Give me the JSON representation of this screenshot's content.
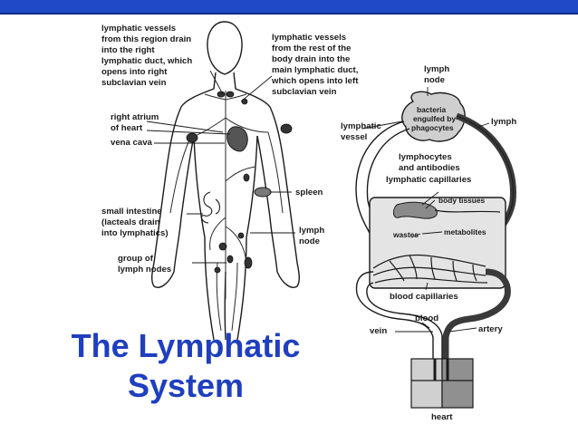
{
  "colors": {
    "header_bar": "#1f49c6",
    "header_line": "#0b2a8c",
    "title_text": "#1f3fbf",
    "ink": "#1a1a1a"
  },
  "slide": {
    "title_line1": "The Lymphatic",
    "title_line2": "System"
  },
  "body_diagram": {
    "label_right_duct": [
      "lymphatic vessels",
      "from this region drain",
      "into the right",
      "lymphatic duct, which",
      "opens into right",
      "subclavian vein"
    ],
    "label_left_duct": [
      "lymphatic vessels",
      "from the rest of the",
      "body drain into the",
      "main lymphatic duct,",
      "which opens into left",
      "subclavian vein"
    ],
    "label_atrium": [
      "right atrium",
      "of heart"
    ],
    "label_vena_cava": "vena cava",
    "label_spleen": "spleen",
    "label_intestine": [
      "small intestine",
      "(lacteals drain",
      "into lymphatics)"
    ],
    "label_lymph_node": [
      "lymph",
      "node"
    ],
    "label_node_group": [
      "group of",
      "lymph nodes"
    ]
  },
  "circulation_diagram": {
    "label_lymph_node": [
      "lymph",
      "node"
    ],
    "label_node_inner": [
      "bacteria",
      "engulfed by",
      "phagocytes"
    ],
    "label_lymph": "lymph",
    "label_lymphatic_vessel": [
      "lymphatic",
      "vessel"
    ],
    "label_lymphocytes": [
      "lymphocytes",
      "and antibodies"
    ],
    "label_capillaries": "lymphatic capillaries",
    "label_body_tissues": "body tissues",
    "label_wastes": "wastes",
    "label_metabolites": "metabolites",
    "label_blood_capillaries": "blood capillaries",
    "label_blood": "blood",
    "label_vein": "vein",
    "label_artery": "artery",
    "label_heart": "heart"
  }
}
